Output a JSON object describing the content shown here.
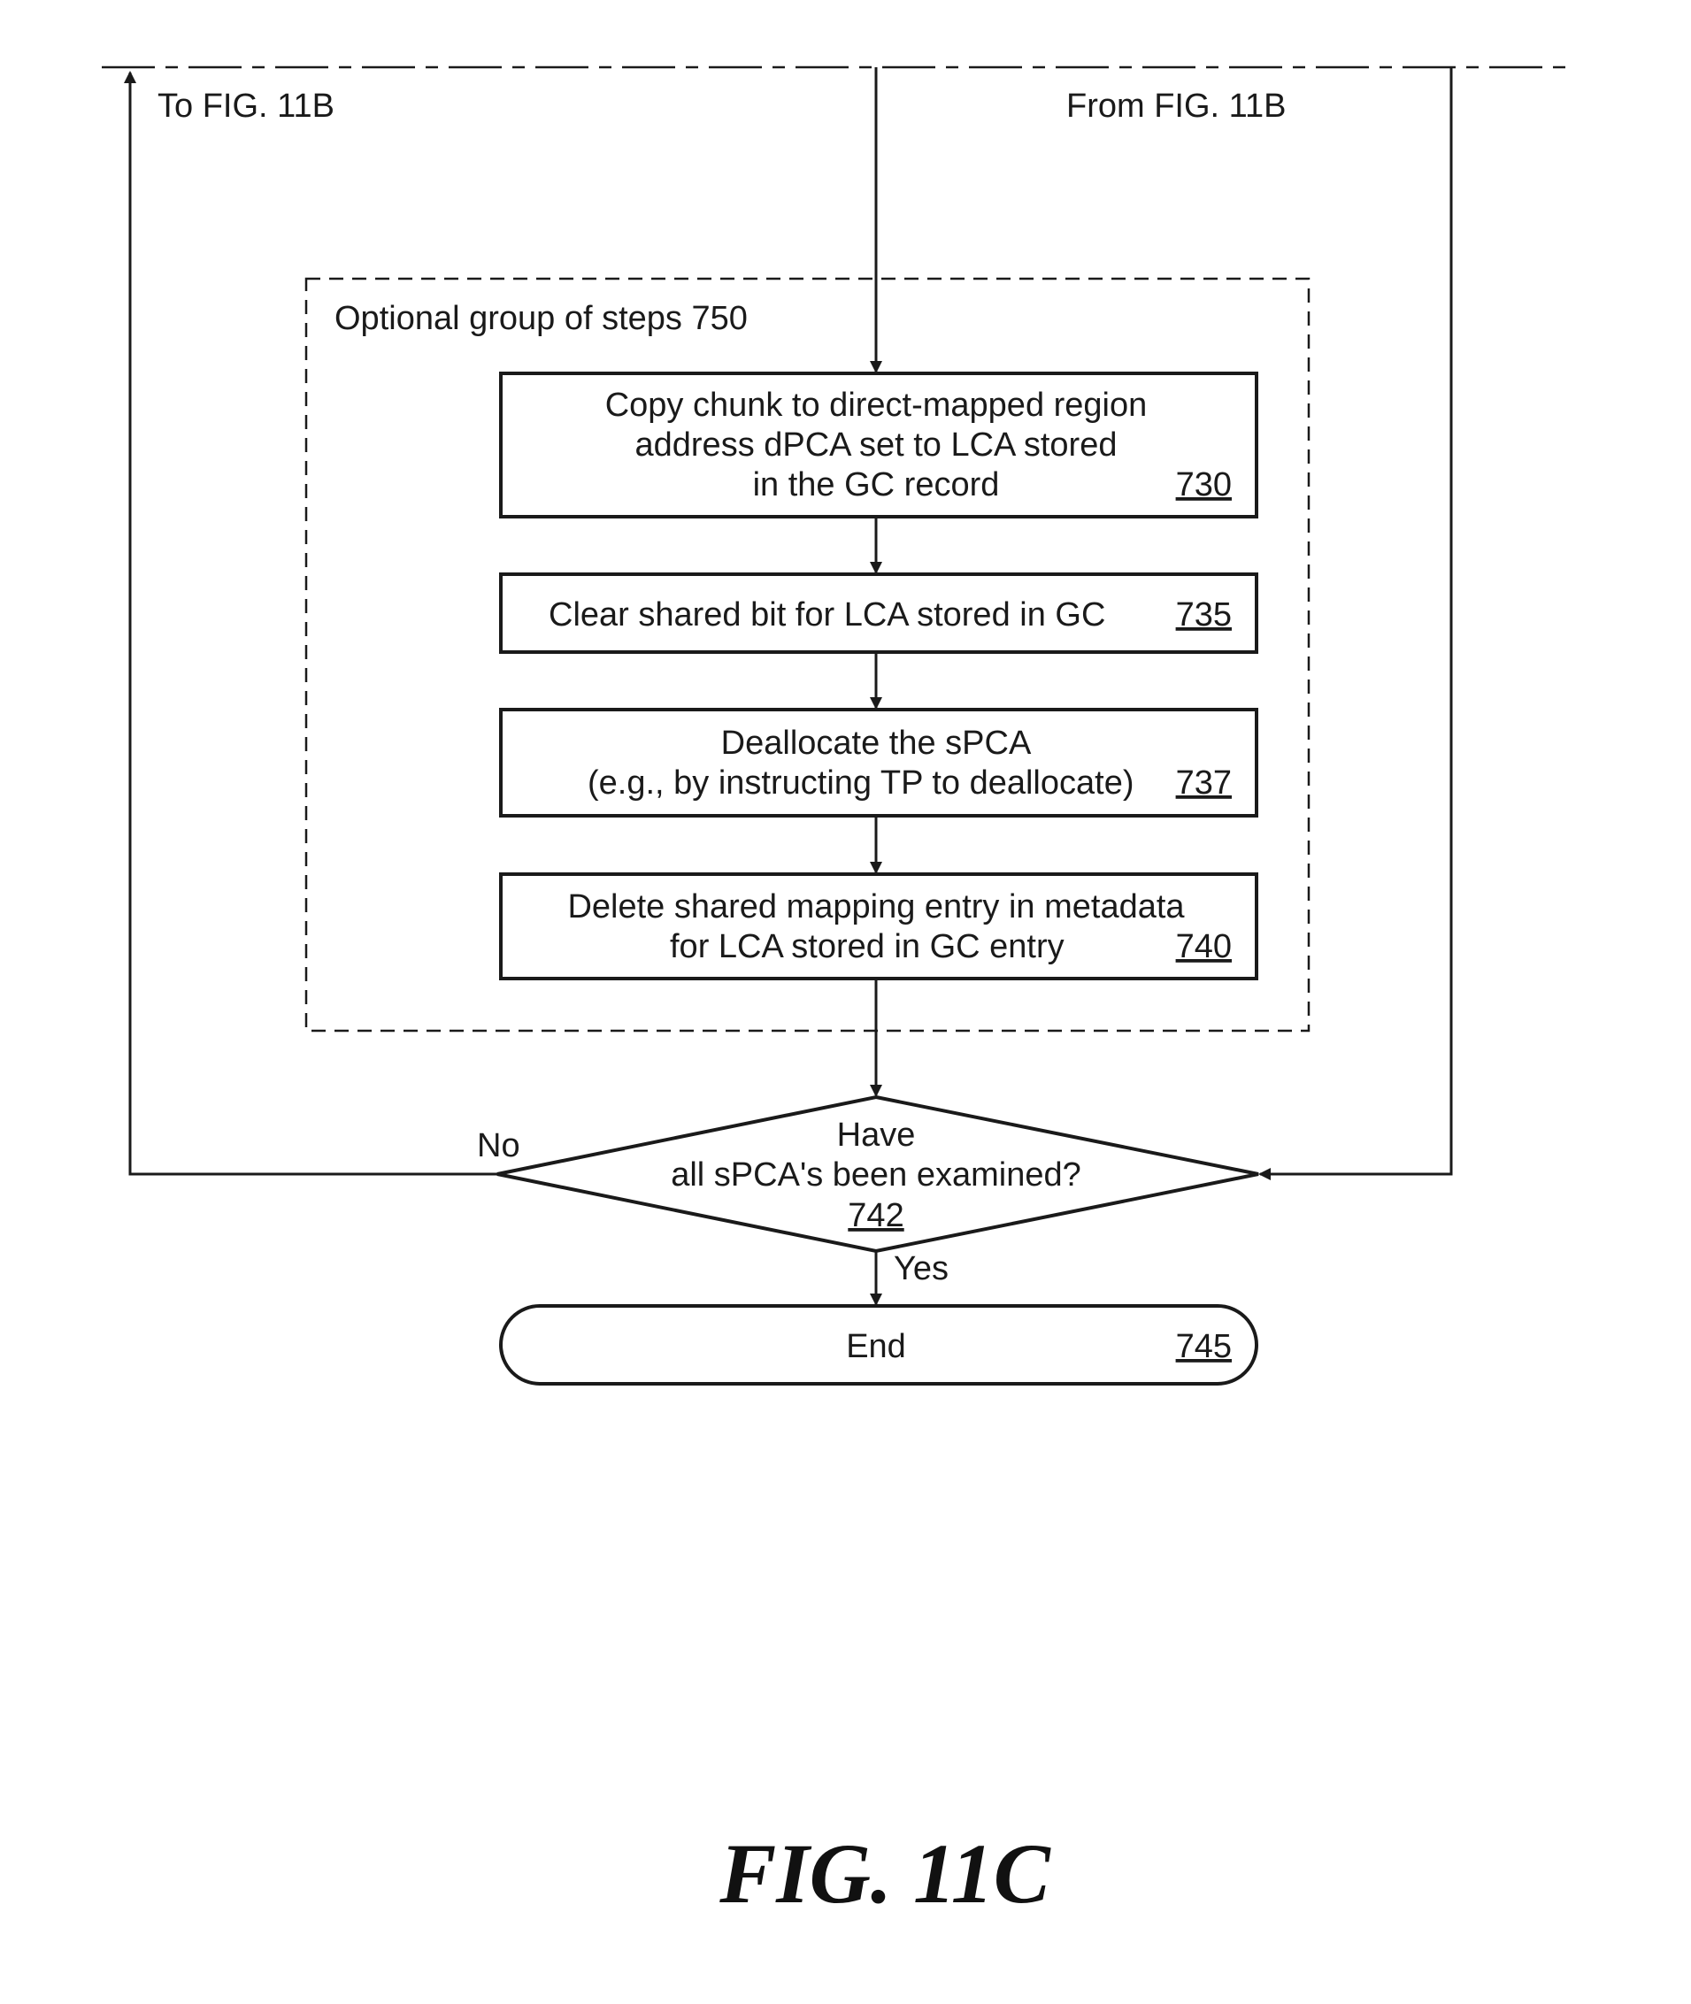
{
  "connectors": {
    "to_prev": "To FIG. 11B",
    "from_prev": "From FIG. 11B"
  },
  "optional_group": {
    "label": "Optional group of steps 750"
  },
  "steps": [
    {
      "lines": [
        "Copy chunk to direct-mapped region",
        "address dPCA set to LCA stored",
        "in the GC record"
      ],
      "ref": "730"
    },
    {
      "lines": [
        "Clear shared bit for LCA stored in GC"
      ],
      "ref": "735"
    },
    {
      "lines": [
        "Deallocate the sPCA",
        "(e.g., by instructing TP to deallocate)"
      ],
      "ref": "737"
    },
    {
      "lines": [
        "Delete shared mapping entry in metadata",
        "for LCA stored in GC entry"
      ],
      "ref": "740"
    }
  ],
  "decision": {
    "lines": [
      "Have",
      "all sPCA's been examined?"
    ],
    "ref": "742",
    "no_label": "No",
    "yes_label": "Yes"
  },
  "terminal": {
    "label": "End",
    "ref": "745"
  },
  "figure_label": "FIG. 11C"
}
